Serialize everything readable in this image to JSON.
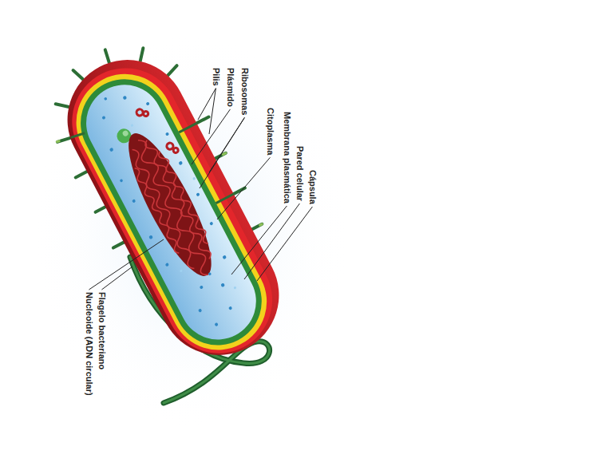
{
  "diagram": {
    "labels": [
      "Pilis",
      "Plásmido",
      "Ribosomas",
      "Citoplasma",
      "Membrana plasmática",
      "Pared celular",
      "Cápsula",
      "Flagelo bacteriano",
      "Nucleoide (ADN circular)"
    ]
  }
}
